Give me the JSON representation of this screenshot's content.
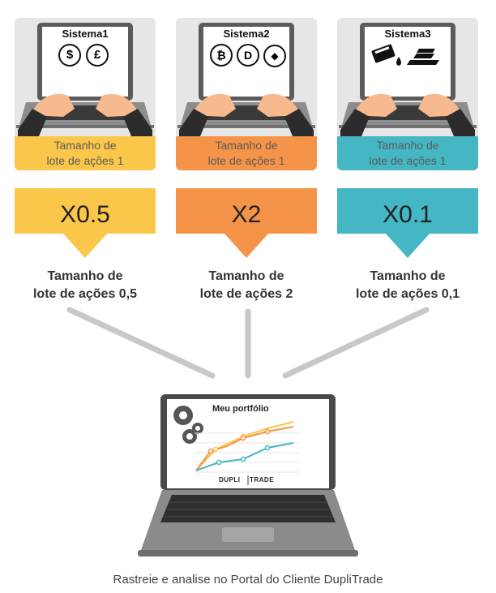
{
  "systems": [
    {
      "title": "Sistema1",
      "icons": [
        "dollar-icon",
        "pound-icon"
      ],
      "icon_text": [
        "$",
        "£"
      ],
      "label_line1": "Tamanho de",
      "label_line2": "lote de ações 1",
      "multiplier": "X0.5",
      "result_line1": "Tamanho de",
      "result_line2": "lote de ações 0,5",
      "color": "#fbc74b"
    },
    {
      "title": "Sistema2",
      "icons": [
        "bitcoin-icon",
        "dash-icon",
        "ethereum-icon"
      ],
      "icon_text": [
        "₿",
        "D",
        "◆"
      ],
      "label_line1": "Tamanho de",
      "label_line2": "lote de ações 1",
      "multiplier": "X2",
      "result_line1": "Tamanho de",
      "result_line2": "lote de ações 2",
      "color": "#f59448"
    },
    {
      "title": "Sistema3",
      "icons": [
        "oil-barrel-icon",
        "oil-drop-icon",
        "gold-bars-icon"
      ],
      "label_line1": "Tamanho de",
      "label_line2": "lote de ações 1",
      "multiplier": "X0.1",
      "result_line1": "Tamanho de",
      "result_line2": "lote de ações 0,1",
      "color": "#44b6c4"
    }
  ],
  "portfolio": {
    "title": "Meu portfólio",
    "brand_left": "DUPLI",
    "brand_right": "TRADE",
    "series_colors": [
      "#fbc74b",
      "#f59448",
      "#44b6c4"
    ]
  },
  "caption": "Rastreie e analise no Portal do Cliente DupliTrade"
}
